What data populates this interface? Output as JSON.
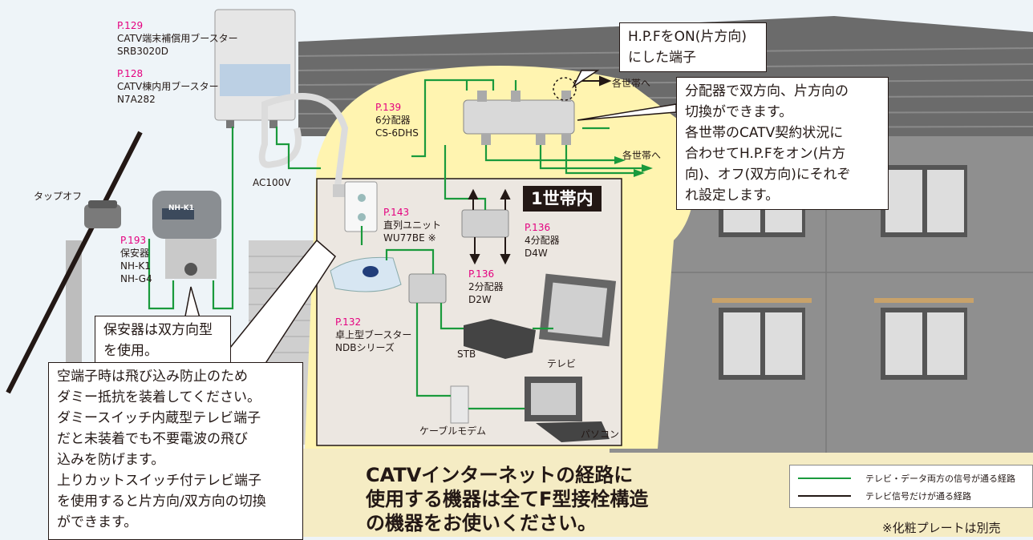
{
  "colors": {
    "green": "#1a9a3c",
    "pink": "#e4007f",
    "yellow": "#fff4b0",
    "ground": "#f5ecc4",
    "wall": "#8c8c8c",
    "roof": "#5b5b5b"
  },
  "devices": {
    "srb": {
      "page": "P.129",
      "name": "CATV端末補償用ブースター",
      "model": "SRB3020D"
    },
    "n7a": {
      "page": "P.128",
      "name": "CATV棟内用ブースター",
      "model": "N7A282"
    },
    "tapoff": {
      "name": "タップオフ"
    },
    "protector": {
      "page": "P.193",
      "name": "保安器",
      "model1": "NH-K1",
      "model2": "NH-G4",
      "device_label": "NH-K1"
    },
    "ac": {
      "name": "AC100V"
    },
    "splitter6": {
      "page": "P.139",
      "name": "6分配器",
      "model": "CS-6DHS"
    },
    "unit": {
      "page": "P.143",
      "name": "直列ユニット",
      "model": "WU77BE",
      "mark": "※"
    },
    "splitter4": {
      "page": "P.136",
      "name": "4分配器",
      "model": "D4W"
    },
    "splitter2": {
      "page": "P.136",
      "name": "2分配器",
      "model": "D2W"
    },
    "desk_booster": {
      "page": "P.132",
      "name": "卓上型ブースター",
      "model": "NDBシリーズ"
    },
    "stb": {
      "name": "STB"
    },
    "tv": {
      "name": "テレビ"
    },
    "modem": {
      "name": "ケーブルモデム"
    },
    "pc": {
      "name": "パソコン"
    }
  },
  "labels": {
    "each_home_1": "各世帯へ",
    "each_home_2": "各世帯へ",
    "household": "1世帯内"
  },
  "callouts": {
    "hpf": [
      "H.P.FをON(片方向)",
      "にした端子"
    ],
    "splitter": [
      "分配器で双方向、片方向の",
      "切換ができます。",
      "各世帯のCATV契約状況に",
      "合わせてH.P.Fをオン(片方",
      "向)、オフ(双方向)にそれぞ",
      "れ設定します。"
    ],
    "protector": [
      "保安器は双方向型",
      "を使用。"
    ],
    "terminal": [
      "空端子時は飛び込み防止のため",
      "ダミー抵抗を装着してください。",
      "ダミースイッチ内蔵型テレビ端子",
      "だと未装着でも不要電波の飛び",
      "込みを防げます。",
      "上りカットスイッチ付テレビ端子",
      "を使用すると片方向/双方向の切換",
      "ができます。"
    ]
  },
  "heading": [
    "CATVインターネットの経路に",
    "使用する機器は全てF型接栓構造",
    "の機器をお使いください。"
  ],
  "legend": {
    "green": "テレビ・データ両方の信号が通る経路",
    "black": "テレビ信号だけが通る経路"
  },
  "footnote": "※化粧プレートは別売"
}
